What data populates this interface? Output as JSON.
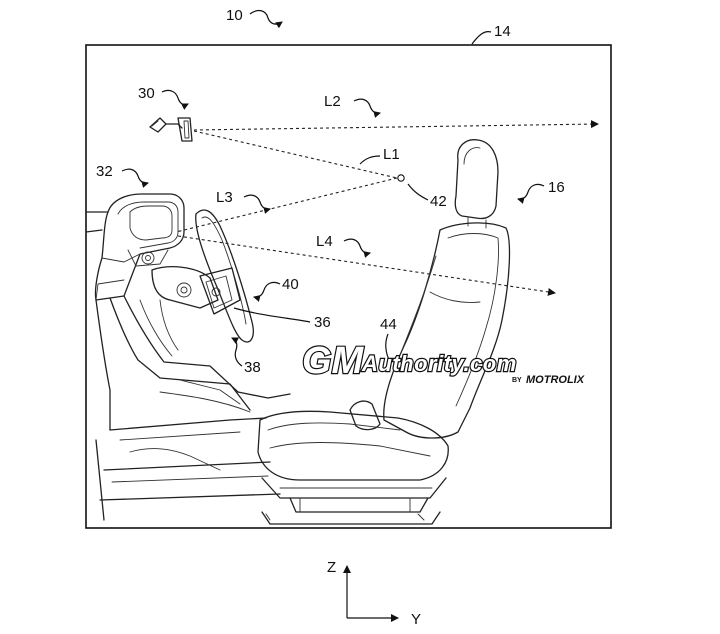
{
  "figure": {
    "labels": {
      "system": "10",
      "cabin": "14",
      "seat": "16",
      "camera": "30",
      "display": "32",
      "steering_column": "36",
      "dash": "38",
      "steering_wheel": "40",
      "target_point": "42",
      "occupant_region": "44"
    },
    "rays": {
      "l1": "L1",
      "l2": "L2",
      "l3": "L3",
      "l4": "L4"
    },
    "axes": {
      "z": "Z",
      "y": "Y"
    }
  },
  "watermark": {
    "gm": "GM",
    "rest": "Authority.com",
    "by": "BY",
    "brand": "MOTROLIX"
  }
}
